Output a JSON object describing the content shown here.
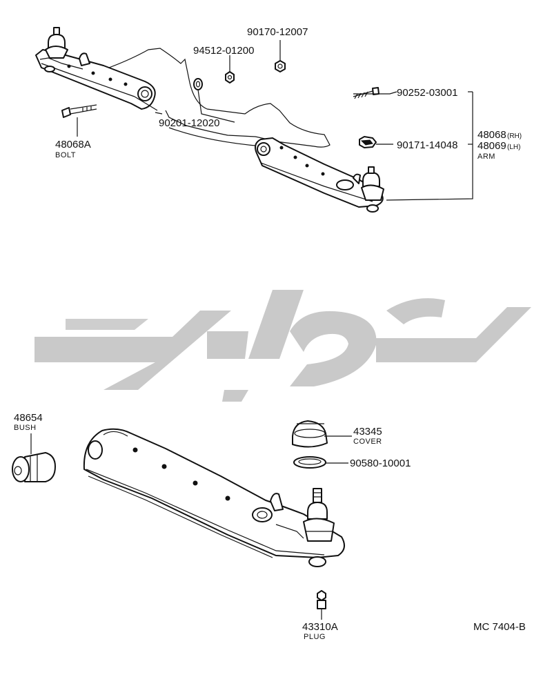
{
  "diagram_id": "MC 7404-B",
  "watermark_color": "#c9c9c9",
  "labels": {
    "p90170": "90170-12007",
    "p94512": "94512-01200",
    "p90252": "90252-03001",
    "p90201": "90201-12020",
    "p48068A": "48068A",
    "p48068A_sub": "BOLT",
    "p48068": "48068",
    "p48068_side": "(RH)",
    "p48069": "48069",
    "p48069_side": "(LH)",
    "arm": "ARM",
    "p90171": "90171-14048",
    "p48654": "48654",
    "p48654_sub": "BUSH",
    "p43345": "43345",
    "p43345_sub": "COVER",
    "p90580": "90580-10001",
    "p43310A": "43310A",
    "p43310A_sub": "PLUG"
  }
}
